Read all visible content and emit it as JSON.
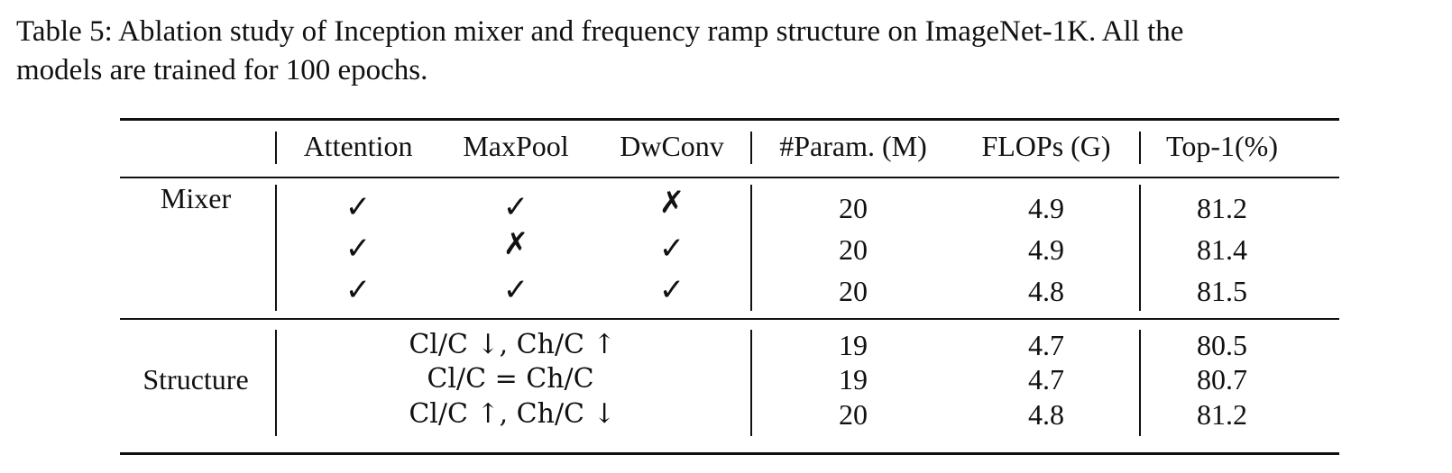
{
  "caption": {
    "line1": "Table 5: Ablation study of Inception mixer and frequency ramp structure on ImageNet-1K. All the",
    "line2": "models are trained for 100 epochs."
  },
  "table": {
    "headers": {
      "attention": "Attention",
      "maxpool": "MaxPool",
      "dwconv": "DwConv",
      "params": "#Param. (M)",
      "flops": "FLOPs (G)",
      "top1": "Top-1(%)"
    },
    "groups": {
      "mixer": "Mixer",
      "structure": "Structure"
    },
    "mixer_rows": [
      {
        "attention": "✓",
        "maxpool": "✓",
        "dwconv": "✗",
        "params": "20",
        "flops": "4.9",
        "top1": "81.2"
      },
      {
        "attention": "✓",
        "maxpool": "✗",
        "dwconv": "✓",
        "params": "20",
        "flops": "4.9",
        "top1": "81.4"
      },
      {
        "attention": "✓",
        "maxpool": "✓",
        "dwconv": "✓",
        "params": "20",
        "flops": "4.8",
        "top1": "81.5"
      }
    ],
    "structure_rows": [
      {
        "config": "Cl/C ↓, Ch/C ↑",
        "params": "19",
        "flops": "4.7",
        "top1": "80.5"
      },
      {
        "config": "Cl/C = Ch/C",
        "params": "19",
        "flops": "4.7",
        "top1": "80.7"
      },
      {
        "config": "Cl/C ↑, Ch/C ↓",
        "params": "20",
        "flops": "4.8",
        "top1": "81.2"
      }
    ]
  }
}
